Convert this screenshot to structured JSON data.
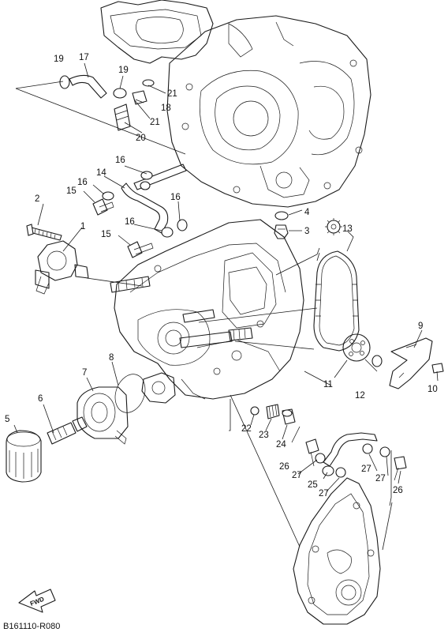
{
  "callouts": {
    "c1": "1",
    "c2": "2",
    "c3": "3",
    "c4": "4",
    "c5": "5",
    "c6": "6",
    "c7": "7",
    "c8": "8",
    "c9": "9",
    "c10": "10",
    "c11": "11",
    "c12": "12",
    "c13": "13",
    "c14": "14",
    "c15": "15",
    "c16": "16",
    "c17": "17",
    "c18": "18",
    "c19": "19",
    "c20": "20",
    "c21": "21",
    "c22": "22",
    "c23": "23",
    "c24": "24",
    "c25": "25",
    "c26": "26",
    "c27": "27"
  },
  "footer": {
    "diagram_code": "B161110-R080",
    "fwd_label": "FWD"
  }
}
